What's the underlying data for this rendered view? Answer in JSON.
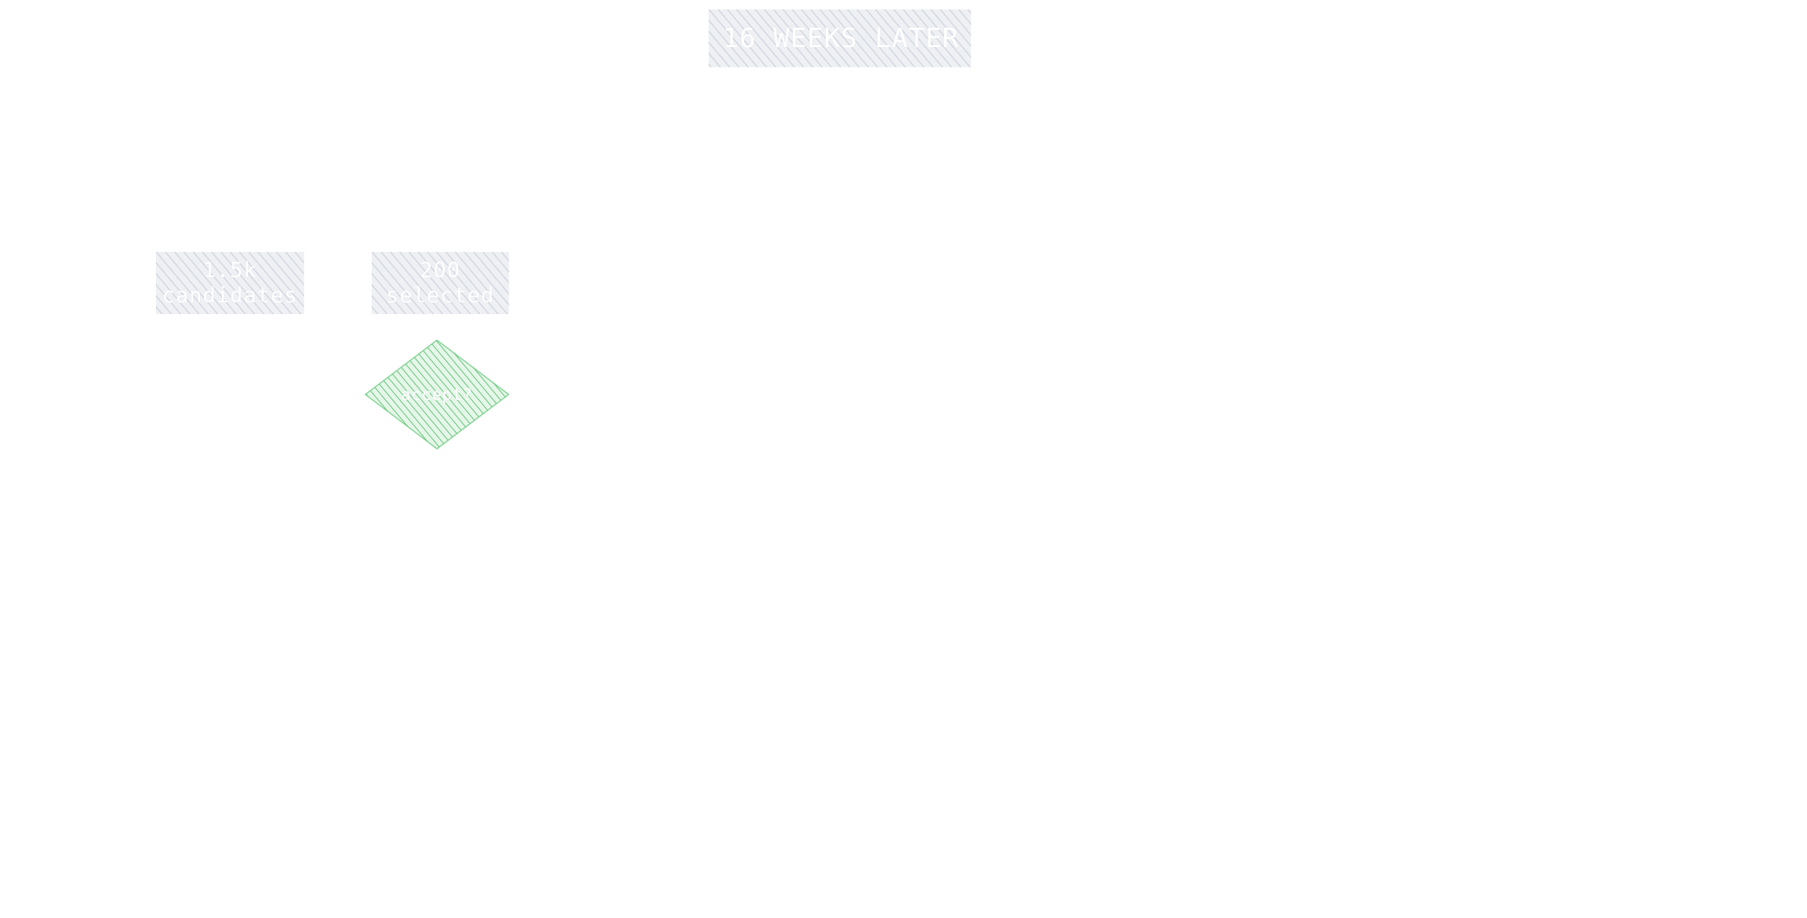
{
  "colors": {
    "background": "#ffffff",
    "box_fill": "#dfe3ea",
    "box_hatch": "#c9ced8",
    "diamond_hatch": "#54c06a",
    "text": "#ffffff"
  },
  "diagram": {
    "title": "16 WEEKS LATER",
    "nodes": [
      {
        "line1": "1.5k",
        "line2": "candidates"
      },
      {
        "line1": "200",
        "line2": "selected"
      },
      {
        "label": "accept?"
      }
    ]
  }
}
